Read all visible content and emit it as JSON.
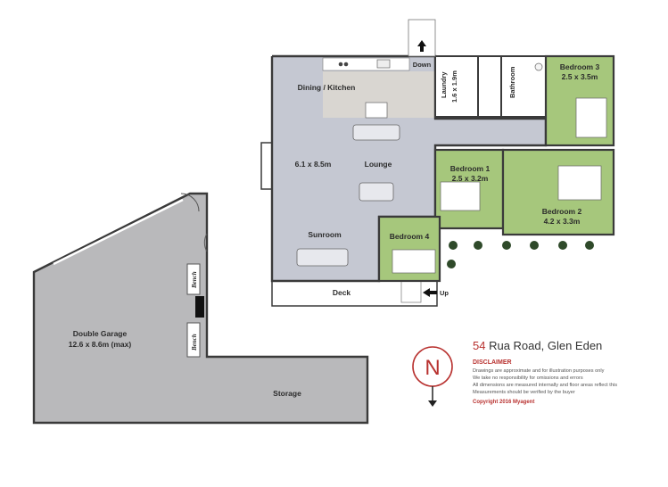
{
  "plan": {
    "rooms": {
      "dining_kitchen": "Dining / Kitchen",
      "lounge_dims": "6.1 x 8.5m",
      "lounge": "Lounge",
      "sunroom": "Sunroom",
      "deck": "Deck",
      "laundry": "Laundry",
      "laundry_dims": "1.6 x 1.9m",
      "bathroom": "Bathroom",
      "bedroom3": "Bedroom 3",
      "bedroom3_dims": "2.5 x 3.5m",
      "bedroom1": "Bedroom 1",
      "bedroom1_dims": "2.5 x 3.2m",
      "bedroom2": "Bedroom 2",
      "bedroom2_dims": "4.2 x 3.3m",
      "bedroom4": "Bedroom 4",
      "garage": "Double Garage",
      "garage_dims": "12.6 x 8.6m (max)",
      "storage": "Storage",
      "bench": "Bench"
    },
    "stairs": {
      "down": "Down",
      "up": "Up"
    },
    "compass": "N",
    "colors": {
      "living_floor": "#c5c8d2",
      "bedroom_floor": "#a6c77c",
      "garage_floor": "#b9b9bb",
      "wall": "#3a3a3a",
      "accent": "#b8312f"
    }
  },
  "info": {
    "address_number": "54",
    "address_rest": " Rua Road, Glen Eden",
    "disclaimer_heading": "DISCLAIMER",
    "disclaimer_lines": [
      "Drawings are approximate and for illustration purposes only",
      "We take no responsibility for omissions and errors",
      "All dimensions are measured internally and floor areas reflect this",
      "Measurements should be verified by the buyer"
    ],
    "copyright": "Copyright 2016   Myagent"
  }
}
